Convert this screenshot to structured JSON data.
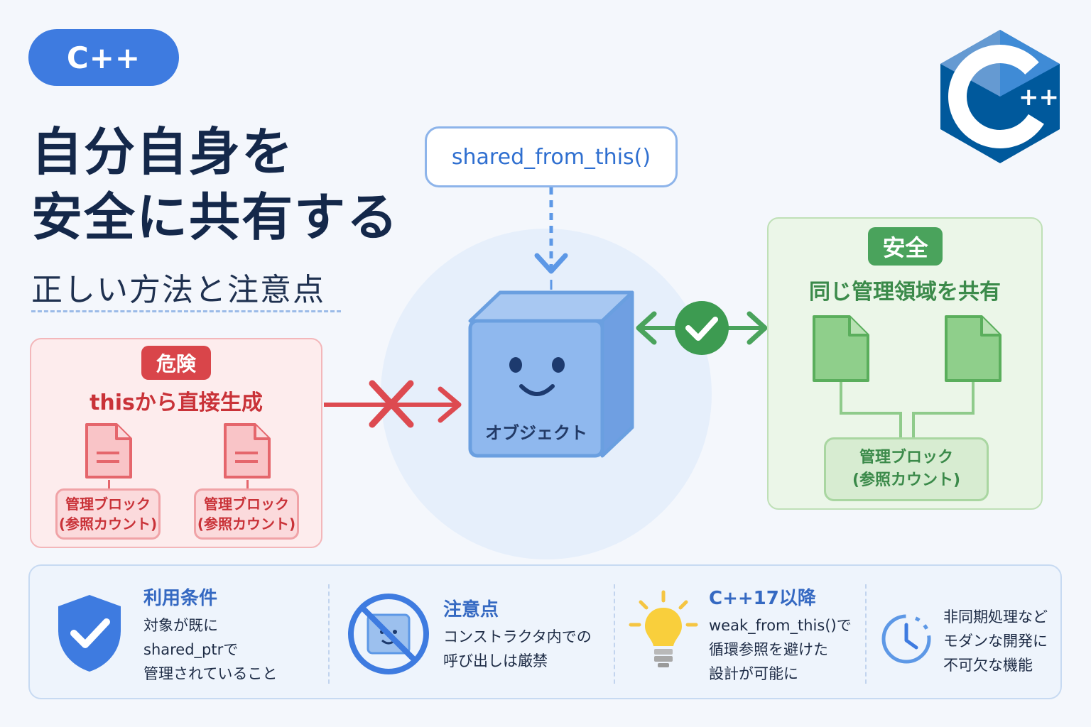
{
  "badge": {
    "label": "C++"
  },
  "logo": {
    "name": "cpp-logo",
    "letter": "C",
    "suffix": "++"
  },
  "heading": {
    "title": "自分自身を\n安全に共有する",
    "subtitle": "正しい方法と注意点"
  },
  "center": {
    "function_label": "shared_from_this()",
    "object_label": "オブジェクト"
  },
  "danger": {
    "tag": "危険",
    "title": "thisから直接生成",
    "blocks": [
      {
        "line1": "管理ブロック",
        "line2": "(参照カウント)"
      },
      {
        "line1": "管理ブロック",
        "line2": "(参照カウント)"
      }
    ]
  },
  "safe": {
    "tag": "安全",
    "title": "同じ管理領域を共有",
    "block": {
      "line1": "管理ブロック",
      "line2": "(参照カウント)"
    }
  },
  "info_cards": [
    {
      "icon": "shield-check-icon",
      "title": "利用条件",
      "body": "対象が既に\nshared_ptrで\n管理されていること"
    },
    {
      "icon": "prohibited-icon",
      "title": "注意点",
      "body": "コンストラクタ内での\n呼び出しは厳禁"
    },
    {
      "icon": "lightbulb-icon",
      "title": "C++17以降",
      "body": "weak_from_this()で\n循環参照を避けた\n設計が可能に"
    },
    {
      "icon": "clock-icon",
      "title": "",
      "body": "非同期処理など\nモダンな開発に\n不可欠な機能"
    }
  ],
  "colors": {
    "accent_blue": "#3e7be0",
    "danger_red": "#d9454a",
    "safe_green": "#4aa35c",
    "title_navy": "#14284a"
  }
}
